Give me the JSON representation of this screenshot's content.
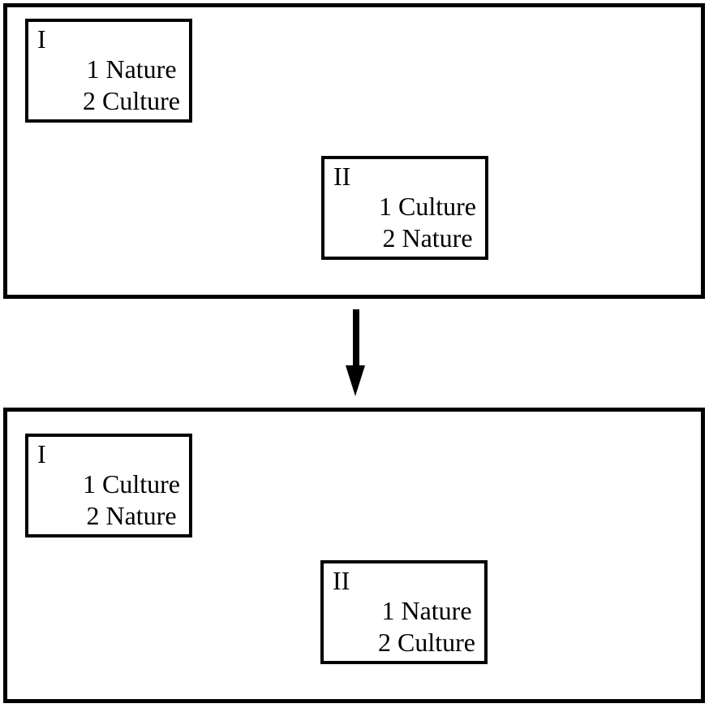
{
  "diagram": {
    "background_color": "#ffffff",
    "line_color": "#000000",
    "arrow_icon": "down-arrow",
    "panels": [
      {
        "name": "before-state",
        "boxes": [
          {
            "label": "I",
            "lines": [
              "1 Nature",
              "2 Culture"
            ]
          },
          {
            "label": "II",
            "lines": [
              "1 Culture",
              "2 Nature"
            ]
          }
        ]
      },
      {
        "name": "after-state",
        "boxes": [
          {
            "label": "I",
            "lines": [
              "1 Culture",
              "2 Nature"
            ]
          },
          {
            "label": "II",
            "lines": [
              "1 Nature",
              "2 Culture"
            ]
          }
        ]
      }
    ]
  }
}
